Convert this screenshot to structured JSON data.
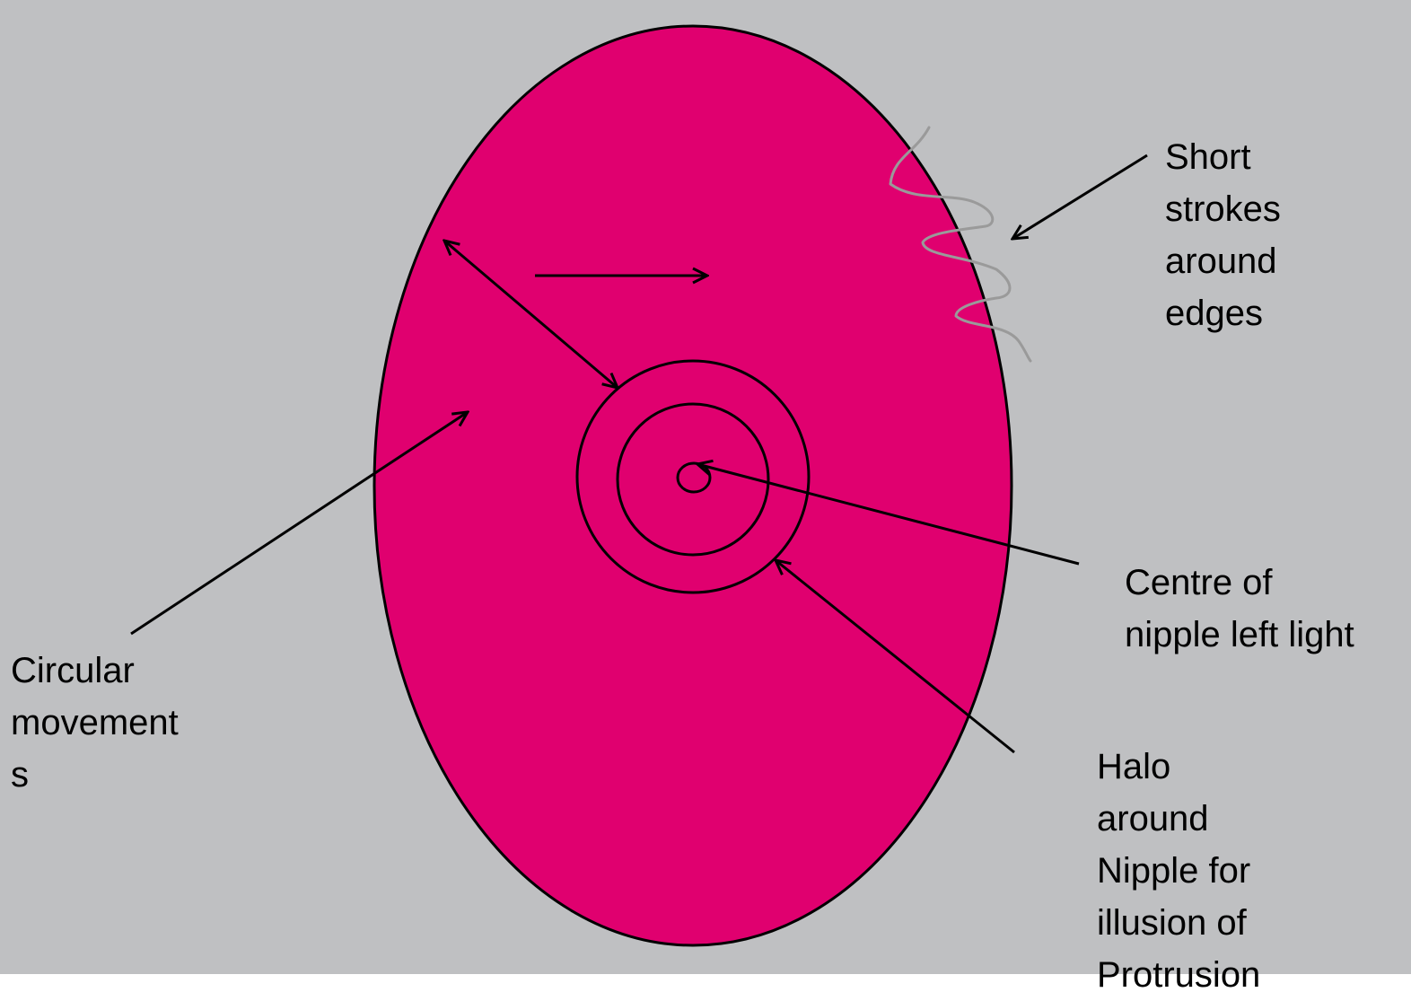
{
  "colors": {
    "background": "#bfc0c2",
    "shape_fill": "#e0006f",
    "outline": "#000000",
    "strokes": "#9a9a9a"
  },
  "labels": {
    "short_strokes": "Short\nstrokes\naround\nedges",
    "circular_movements": "Circular\nmovement\ns",
    "centre_of_nipple": "Centre of\nnipple left light",
    "halo": "Halo\naround\nNipple for\nillusion of\nProtrusion"
  }
}
